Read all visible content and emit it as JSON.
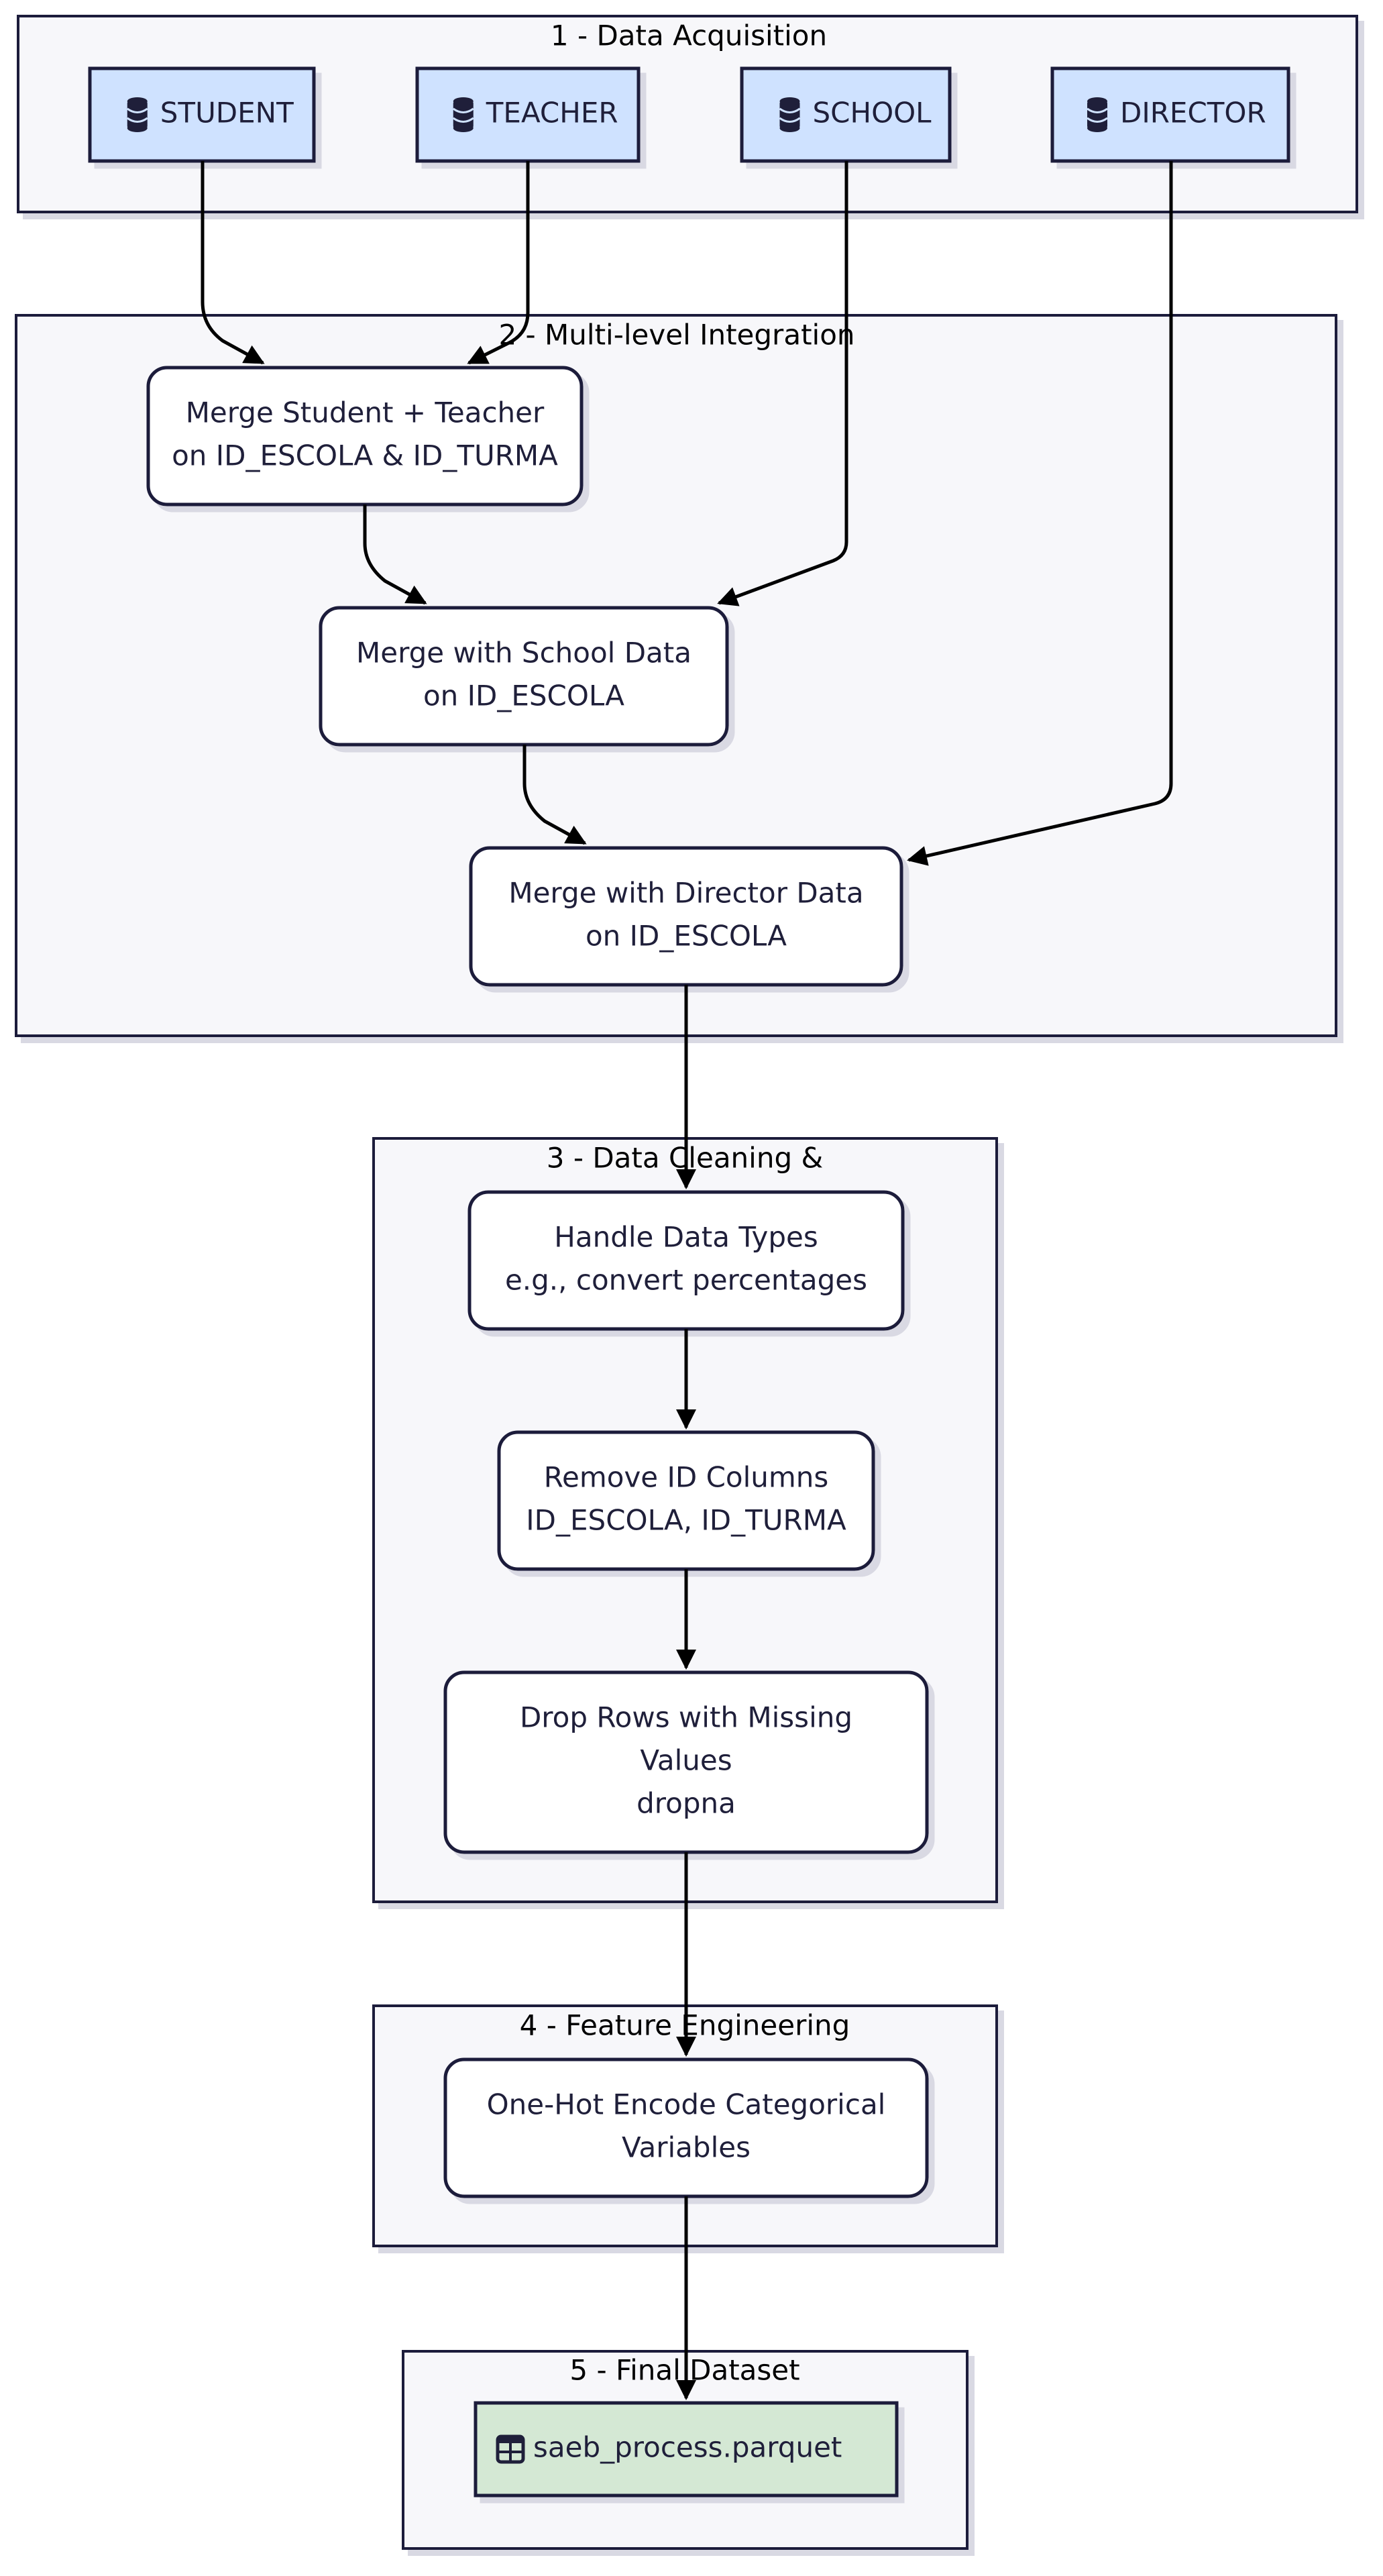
{
  "colors": {
    "group_fill": "#f7f7fa",
    "group_stroke": "#1f1f3a",
    "node_fill": "#ffffff",
    "node_stroke": "#1f1f3a",
    "source_fill": "#cfe2ff",
    "output_fill": "#d4e8d4",
    "edge": "#000000"
  },
  "groups": [
    {
      "id": "g1",
      "label": "1 - Data Acquisition"
    },
    {
      "id": "g2",
      "label": "2 - Multi-level Integration"
    },
    {
      "id": "g3",
      "label": "3 - Data Cleaning &"
    },
    {
      "id": "g4",
      "label": "4 - Feature Engineering"
    },
    {
      "id": "g5",
      "label": "5 - Final Dataset"
    }
  ],
  "nodes": [
    {
      "id": "student",
      "type": "source",
      "icon": "database-icon",
      "lines": [
        "STUDENT"
      ]
    },
    {
      "id": "teacher",
      "type": "source",
      "icon": "database-icon",
      "lines": [
        "TEACHER"
      ]
    },
    {
      "id": "school",
      "type": "source",
      "icon": "database-icon",
      "lines": [
        "SCHOOL"
      ]
    },
    {
      "id": "director",
      "type": "source",
      "icon": "database-icon",
      "lines": [
        "DIRECTOR"
      ]
    },
    {
      "id": "merge1",
      "type": "process",
      "lines": [
        "Merge Student + Teacher",
        "on ID_ESCOLA & ID_TURMA"
      ]
    },
    {
      "id": "merge2",
      "type": "process",
      "lines": [
        "Merge with School Data",
        "on ID_ESCOLA"
      ]
    },
    {
      "id": "merge3",
      "type": "process",
      "lines": [
        "Merge with Director Data",
        "on ID_ESCOLA"
      ]
    },
    {
      "id": "types",
      "type": "process",
      "lines": [
        "Handle Data Types",
        "e.g., convert percentages"
      ]
    },
    {
      "id": "removeid",
      "type": "process",
      "lines": [
        "Remove ID Columns",
        "ID_ESCOLA, ID_TURMA"
      ]
    },
    {
      "id": "dropna",
      "type": "process",
      "lines": [
        "Drop Rows with Missing",
        "Values",
        "dropna"
      ]
    },
    {
      "id": "onehot",
      "type": "process",
      "lines": [
        "One-Hot Encode Categorical",
        "Variables"
      ]
    },
    {
      "id": "output",
      "type": "output",
      "icon": "table-icon",
      "lines": [
        "saeb_process.parquet"
      ]
    }
  ],
  "edges": [
    {
      "from": "student",
      "to": "merge1"
    },
    {
      "from": "teacher",
      "to": "merge1"
    },
    {
      "from": "merge1",
      "to": "merge2"
    },
    {
      "from": "school",
      "to": "merge2"
    },
    {
      "from": "merge2",
      "to": "merge3"
    },
    {
      "from": "director",
      "to": "merge3"
    },
    {
      "from": "merge3",
      "to": "types"
    },
    {
      "from": "types",
      "to": "removeid"
    },
    {
      "from": "removeid",
      "to": "dropna"
    },
    {
      "from": "dropna",
      "to": "onehot"
    },
    {
      "from": "onehot",
      "to": "output"
    }
  ]
}
